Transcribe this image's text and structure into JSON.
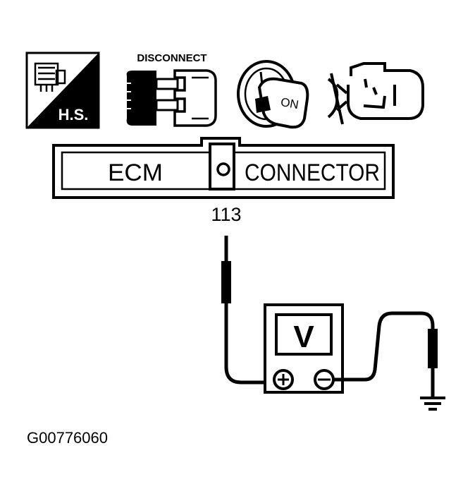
{
  "icons": {
    "hs_label": "H.S.",
    "disconnect_label": "DISCONNECT",
    "key_label": "ON"
  },
  "connector": {
    "left_label": "ECM",
    "right_label": "CONNECTOR",
    "pin": "113"
  },
  "meter": {
    "label": "V"
  },
  "figure_id": "G00776060"
}
